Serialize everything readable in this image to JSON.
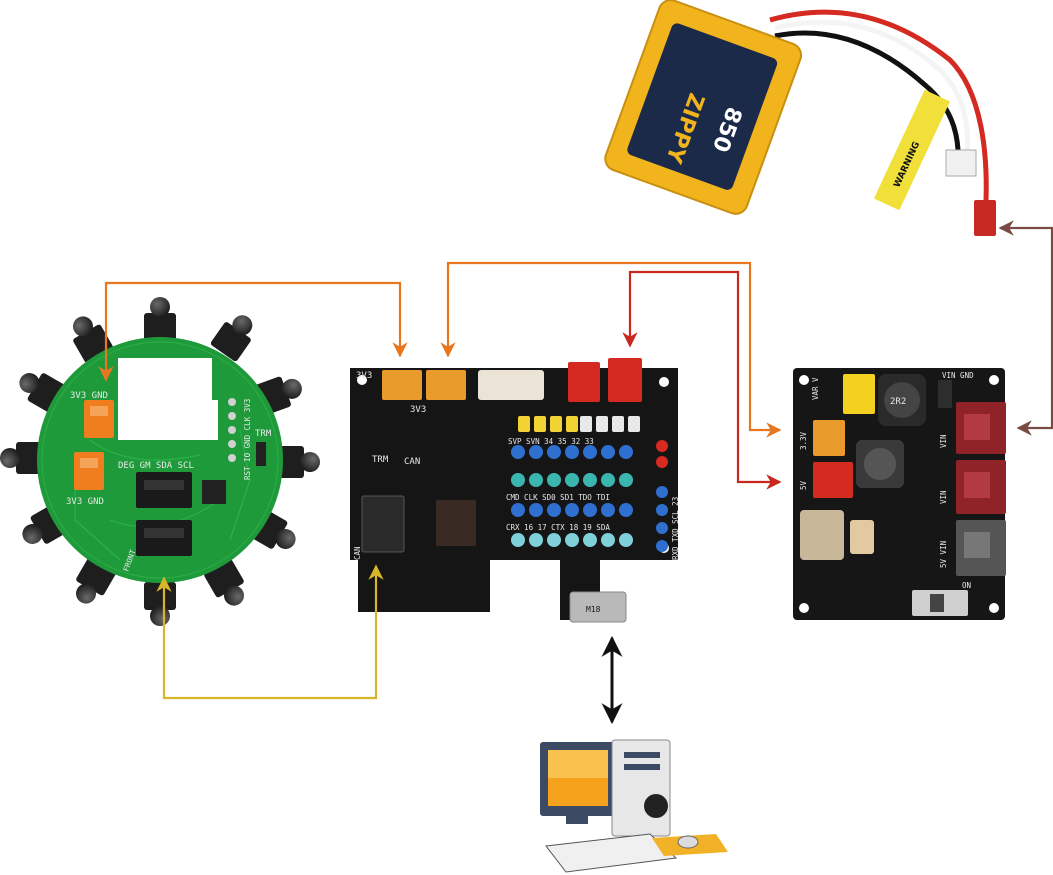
{
  "sensor_ring": {
    "labels": {
      "top_power": "3V3 GND",
      "bottom_power": "3V3 GND",
      "bus": "DEG GM SDA SCL",
      "side_pins": "RST IO GND CLK 3V3",
      "trm": "TRM",
      "front": "FRONT"
    }
  },
  "controller": {
    "labels": {
      "top_left": "3V3",
      "bottom_left": "3V3",
      "can": "CAN",
      "trm": "TRM",
      "can_bottom": "CAN",
      "row1": "SVP SVN 34 35 32 33",
      "row3": "CMD CLK SD0 SD1 TDO TDI",
      "row4": "CRX 16 17 CTX 18 19 SDA",
      "side": "RXD TXD SCL 23",
      "usb": "M18"
    }
  },
  "power_board": {
    "labels": {
      "var_v": "VAR V",
      "v33": "3.3V",
      "v5": "5V",
      "vin_gnd": "VIN GND",
      "vin1": "VIN",
      "vin2": "VIN",
      "v5_vin": "5V VIN",
      "inductor": "2R2",
      "on": "ON"
    }
  },
  "battery": {
    "brand": "ZIPPY",
    "capacity": "850",
    "warning": "WARNING"
  },
  "connection_colors": {
    "i2c_power": "#e87722",
    "power_5v": "#c8281e",
    "can_bus": "#d9b52a",
    "battery": "#7a4a45",
    "usb": "#111111"
  }
}
